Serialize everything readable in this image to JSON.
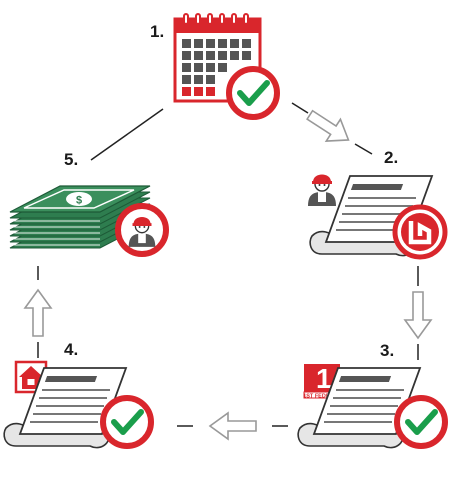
{
  "steps": [
    {
      "number": "1.",
      "icon": "calendar-icon"
    },
    {
      "number": "2.",
      "icon": "contract-document-icon"
    },
    {
      "number": "3.",
      "icon": "approved-document-icon"
    },
    {
      "number": "4.",
      "icon": "approved-document-icon"
    },
    {
      "number": "5.",
      "icon": "cash-stack-icon"
    }
  ],
  "bank_logo_text": "1ST FEDERAL",
  "colors": {
    "accent_red": "#d9262c",
    "check_green": "#1a9e4b",
    "money_green": "#2e7d4f",
    "outline_dark": "#333333",
    "arrow_gray": "#999999"
  }
}
